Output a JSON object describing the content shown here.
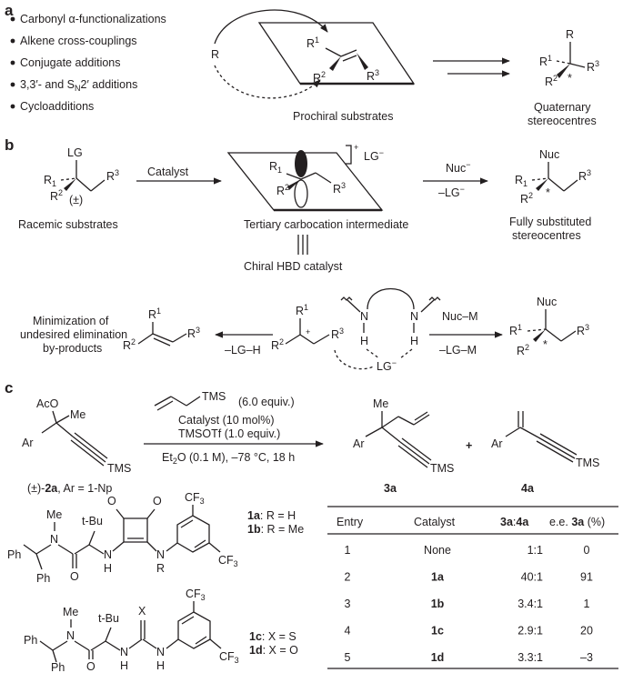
{
  "panels": {
    "a": "a",
    "b": "b",
    "c": "c"
  },
  "panel_a": {
    "bullets": [
      "Carbonyl α-functionalizations",
      "Alkene cross-couplings",
      "Conjugate additions",
      "3,3′- and S",
      "Cycloadditions"
    ],
    "bullet_sn2_sub": "N",
    "bullet_sn2_tail": "2′ additions",
    "R": "R",
    "R1": "R",
    "R2": "R",
    "R3": "R",
    "sup1": "1",
    "sup2": "2",
    "sup3": "3",
    "prochiral": "Prochiral substrates",
    "quaternary_l1": "Quaternary",
    "quaternary_l2": "stereocentres",
    "star": "*"
  },
  "panel_b": {
    "LG": "LG",
    "pm": "(±)",
    "catalyst": "Catalyst",
    "racemic": "Racemic substrates",
    "plus_sup": "+",
    "LGminus": "LG",
    "minus": "−",
    "nuc_minus": "Nuc",
    "neg_lg": "–LG",
    "nuc": "Nuc",
    "tertiary": "Tertiary carbocation intermediate",
    "fully_l1": "Fully substituted",
    "fully_l2": "stereocentres",
    "chiral_hbd": "Chiral HBD catalyst",
    "minim_l1": "Minimization of",
    "minim_l2": "undesired elimination",
    "minim_l3": "by-products",
    "lg_h": "–LG–H",
    "nuc_m": "Nuc–M",
    "lg_m": "–LG–M",
    "N": "N",
    "H": "H",
    "R_sub1": "1",
    "R1_label": "R",
    "R_label": "R",
    "sup_1": "1",
    "sup_2": "2",
    "sup_3": "3"
  },
  "panel_c": {
    "aco": "AcO",
    "me": "Me",
    "ar": "Ar",
    "tms": "TMS",
    "equiv6": "(6.0 equiv.)",
    "cat10": "Catalyst (10 mol%)",
    "tmsotf": "TMSOTf (1.0 equiv.)",
    "cond_pre": "Et",
    "cond_sub": "2",
    "cond_post": "O (0.1 M), –78 °C, 18 h",
    "sub_pre": "(±)-",
    "sub_bold": "2a",
    "sub_post": ", Ar = 1-Np",
    "plus": "+",
    "p3a": "3a",
    "p4a": "4a",
    "cf3": "CF",
    "cf3_sub": "3",
    "tbu": "t-Bu",
    "o": "O",
    "n": "N",
    "h": "H",
    "r": "R",
    "x": "X",
    "ph": "Ph",
    "c1a": "1a",
    "c1a_text": ": R = H",
    "c1b": "1b",
    "c1b_text": ": R = Me",
    "c1c": "1c",
    "c1c_text": ": X = S",
    "c1d": "1d",
    "c1d_text": ": X = O"
  },
  "table": {
    "headers": [
      "Entry",
      "Catalyst",
      "3a",
      ":",
      "4a",
      "e.e. ",
      "3a",
      " (%)"
    ],
    "rows": [
      {
        "entry": "1",
        "catalyst": "None",
        "bold": false,
        "ratio": "1:1",
        "ee": "0"
      },
      {
        "entry": "2",
        "catalyst": "1a",
        "bold": true,
        "ratio": "40:1",
        "ee": "91"
      },
      {
        "entry": "3",
        "catalyst": "1b",
        "bold": true,
        "ratio": "3.4:1",
        "ee": "1"
      },
      {
        "entry": "4",
        "catalyst": "1c",
        "bold": true,
        "ratio": "2.9:1",
        "ee": "20"
      },
      {
        "entry": "5",
        "catalyst": "1d",
        "bold": true,
        "ratio": "3.3:1",
        "ee": "–3"
      }
    ]
  }
}
